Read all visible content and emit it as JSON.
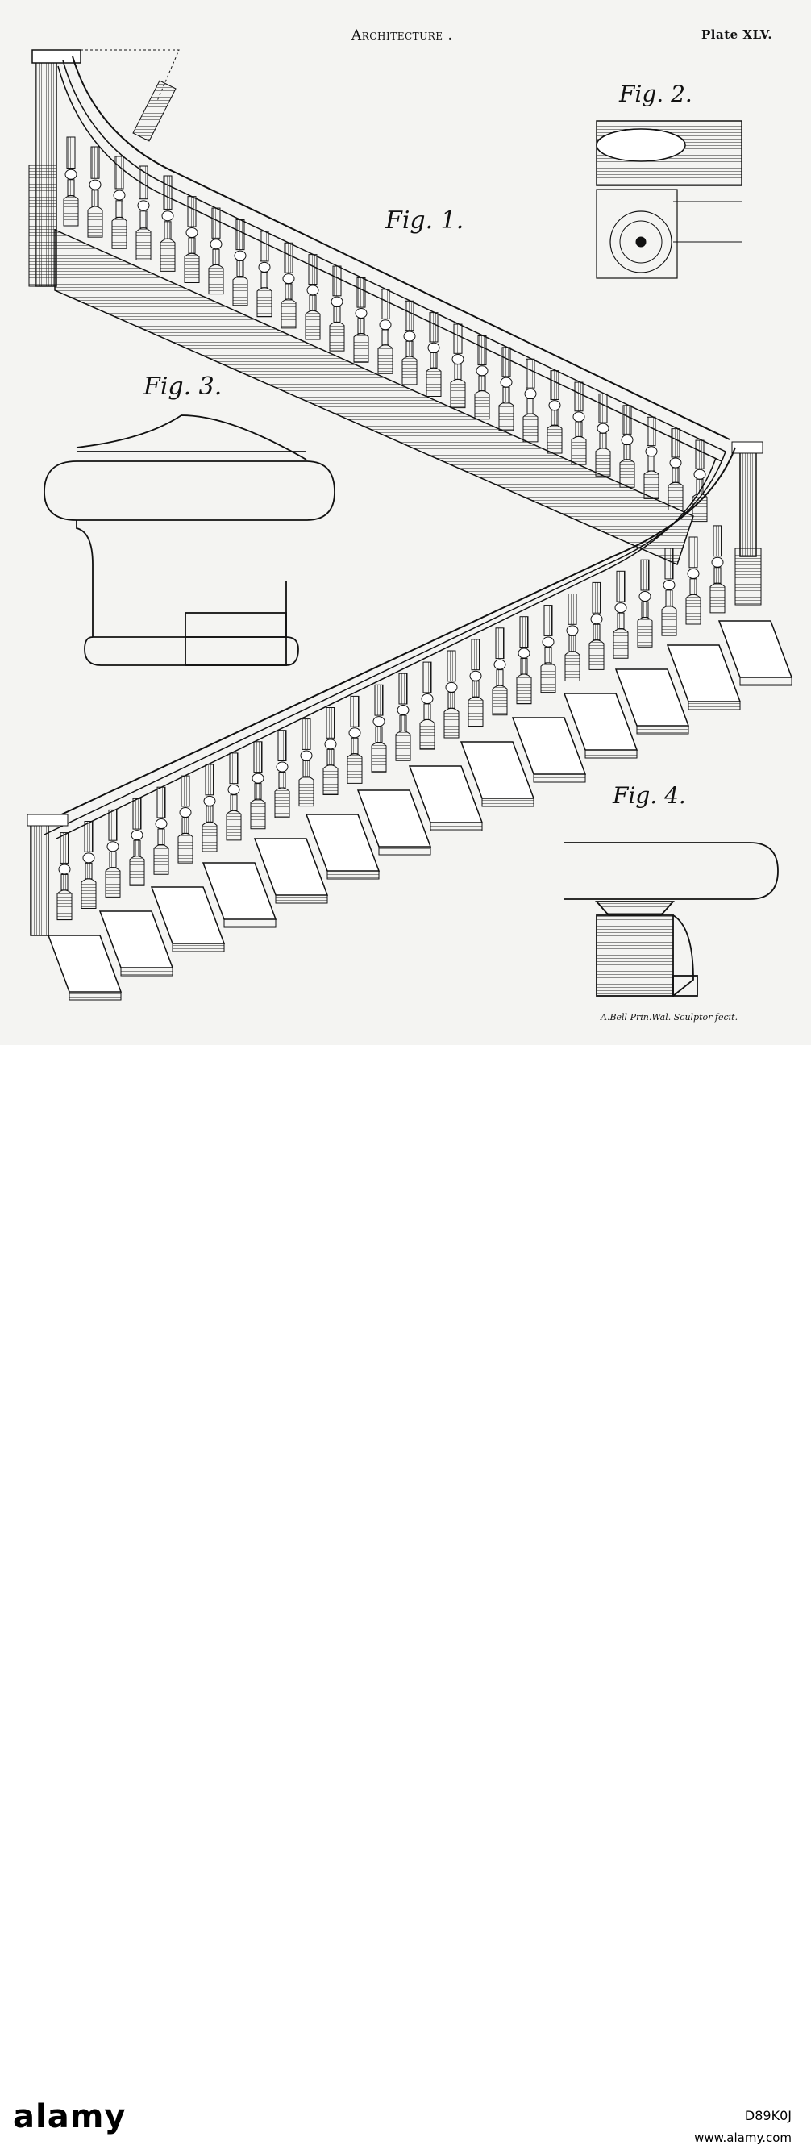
{
  "header": {
    "title": "Architecture .",
    "plate": "Plate XLV."
  },
  "figures": {
    "fig1": "Fig. 1.",
    "fig2": "Fig. 2.",
    "fig3": "Fig. 3.",
    "fig4": "Fig. 4."
  },
  "credit": "A.Bell Prin.Wal. Sculptor fecit.",
  "footer": {
    "logo": "alamy",
    "stock_id": "D89K0J",
    "url": "www.alamy.com"
  },
  "colors": {
    "ink": "#111111",
    "paper": "#f4f4f2"
  }
}
